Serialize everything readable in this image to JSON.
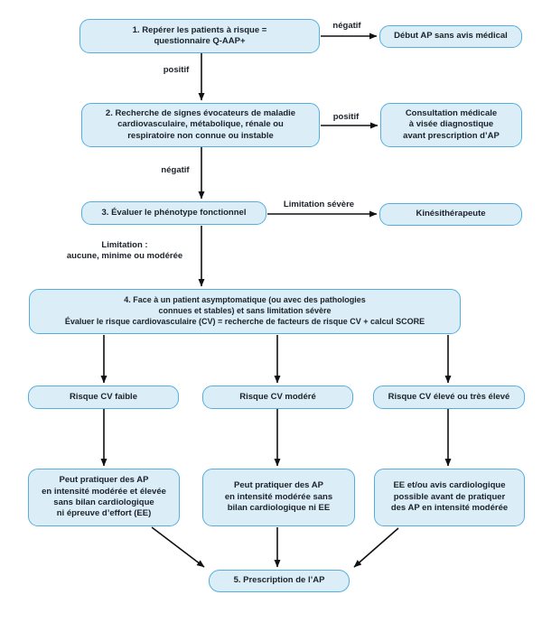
{
  "colors": {
    "box_fill": "#dbeef8",
    "box_border": "#55aedd",
    "text": "#1b2128",
    "arrow": "#111111",
    "background": "#ffffff"
  },
  "flowchart": {
    "nodes": {
      "step1": "1. Repérer les patients à risque =\nquestionnaire Q-AAP+",
      "outcome_negatif1": "Début AP sans avis médical",
      "step2": "2. Recherche de signes évocateurs de maladie\ncardiovasculaire, métabolique, rénale ou\nrespiratoire non connue ou instable",
      "outcome_positif2": "Consultation médicale\nà visée diagnostique\navant prescription d’AP",
      "step3": "3. Évaluer le phénotype fonctionnel",
      "outcome_limitation_severe": "Kinésithérapeute",
      "step4": "4. Face à un patient asymptomatique (ou avec des pathologies\nconnues et stables) et sans limitation sévère\nÉvaluer le risque cardiovasculaire (CV) = recherche de facteurs de risque CV + calcul SCORE",
      "risque_faible": "Risque CV faible",
      "risque_modere": "Risque CV modéré",
      "risque_eleve": "Risque CV élevé ou très élevé",
      "reco_faible": "Peut pratiquer des AP\nen intensité modérée et élevée\nsans bilan cardiologique\nni épreuve d’effort (EE)",
      "reco_modere": "Peut pratiquer des AP\nen intensité modérée sans\nbilan cardiologique ni EE",
      "reco_eleve": "EE et/ou avis cardiologique\npossible avant de pratiquer\ndes AP en intensité modérée",
      "step5": "5. Prescription de l’AP"
    },
    "edge_labels": {
      "negatif1": "négatif",
      "positif1": "positif",
      "positif2": "positif",
      "negatif2": "négatif",
      "limitation_severe": "Limitation sévère",
      "limitation_aucune": "Limitation :\naucune, minime ou modérée"
    }
  }
}
